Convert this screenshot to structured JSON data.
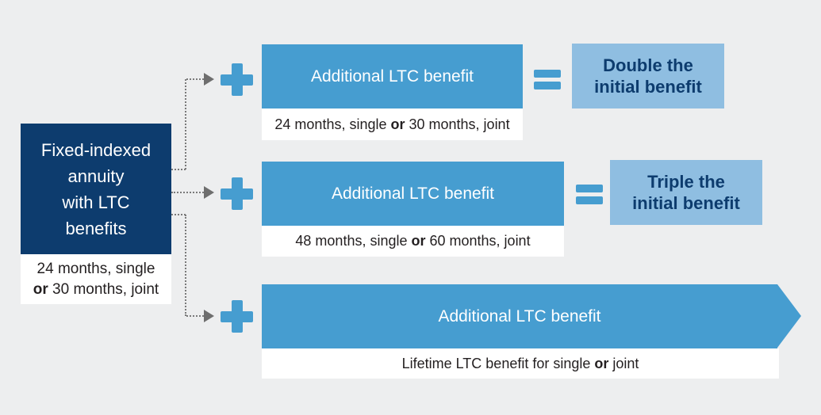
{
  "palette": {
    "background": "#edeeef",
    "navy": "#0d3c6e",
    "blue": "#469dd0",
    "light_blue": "#8fbee1",
    "connector_gray": "#6e6e6e",
    "text_dark": "#231f20",
    "white": "#ffffff"
  },
  "diagram": {
    "source_box": {
      "title_lines": [
        "Fixed-indexed",
        "annuity",
        "with LTC",
        "benefits"
      ],
      "subtitle_line1": "24 months, single",
      "subtitle_line2_bold": "or",
      "subtitle_line2_rest": " 30 months, joint"
    },
    "branches": [
      {
        "label": "Additional LTC benefit",
        "detail_pre": "24 months, single ",
        "detail_bold": "or",
        "detail_post": " 30 months, joint",
        "result_line1": "Double the",
        "result_line2": "initial benefit"
      },
      {
        "label": "Additional LTC benefit",
        "detail_pre": "48 months, single ",
        "detail_bold": "or",
        "detail_post": " 60 months, joint",
        "result_line1": "Triple the",
        "result_line2": "initial benefit"
      },
      {
        "label": "Additional LTC benefit",
        "detail_pre": "Lifetime LTC benefit for single ",
        "detail_bold": "or",
        "detail_post": " joint"
      }
    ],
    "icons": {
      "plus": "plus-icon",
      "equals": "equals-icon",
      "arrowhead": "arrowhead-icon",
      "arrow_tip": "arrow-point-icon"
    }
  }
}
